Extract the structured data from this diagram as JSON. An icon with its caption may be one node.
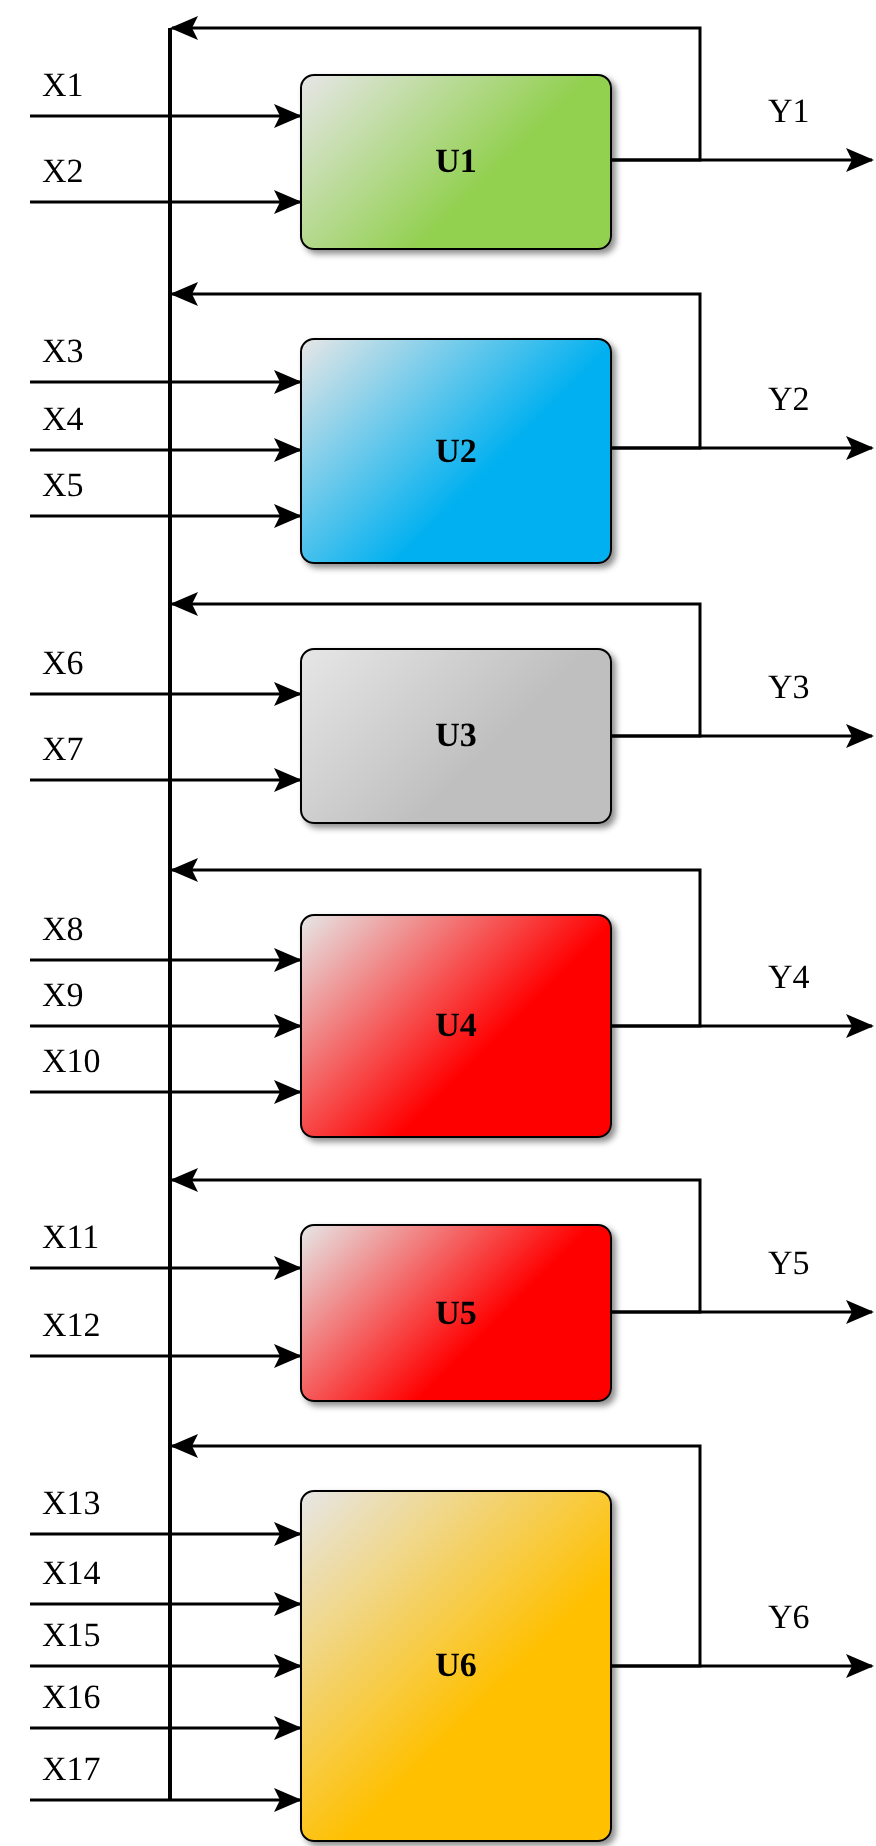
{
  "diagram": {
    "nodes": [
      {
        "text": [],
        "shape": "bar"
      },
      {
        "text": [
          "U1"
        ]
      },
      {
        "text": [
          "U2"
        ]
      },
      {
        "text": [
          "U3"
        ]
      },
      {
        "text": [
          "U4"
        ]
      },
      {
        "text": [
          "U5"
        ]
      },
      {
        "text": [
          "U6"
        ]
      }
    ],
    "edges": [
      {
        "from": null,
        "to": 1,
        "arrow": "to",
        "label": "X1"
      },
      {
        "from": null,
        "to": 1,
        "arrow": "to",
        "label": "X2"
      },
      {
        "from": 1,
        "to": null,
        "arrow": "to",
        "label": "Y1"
      },
      {
        "from": 1,
        "to": 0,
        "arrow": "to"
      },
      {
        "from": null,
        "to": 2,
        "arrow": "to",
        "label": "X3"
      },
      {
        "from": null,
        "to": 2,
        "arrow": "to",
        "label": "X4"
      },
      {
        "from": null,
        "to": 2,
        "arrow": "to",
        "label": "X5"
      },
      {
        "from": 2,
        "to": null,
        "arrow": "to",
        "label": "Y2"
      },
      {
        "from": 2,
        "to": 0,
        "arrow": "to"
      },
      {
        "from": null,
        "to": 3,
        "arrow": "to",
        "label": "X6"
      },
      {
        "from": null,
        "to": 3,
        "arrow": "to",
        "label": "X7"
      },
      {
        "from": 3,
        "to": null,
        "arrow": "to",
        "label": "Y3"
      },
      {
        "from": 3,
        "to": 0,
        "arrow": "to"
      },
      {
        "from": null,
        "to": 4,
        "arrow": "to",
        "label": "X8"
      },
      {
        "from": null,
        "to": 4,
        "arrow": "to",
        "label": "X9"
      },
      {
        "from": null,
        "to": 4,
        "arrow": "to",
        "label": "X10"
      },
      {
        "from": 4,
        "to": null,
        "arrow": "to",
        "label": "Y4"
      },
      {
        "from": 4,
        "to": 0,
        "arrow": "to"
      },
      {
        "from": null,
        "to": 5,
        "arrow": "to",
        "label": "X11"
      },
      {
        "from": null,
        "to": 5,
        "arrow": "to",
        "label": "X12"
      },
      {
        "from": 5,
        "to": null,
        "arrow": "to",
        "label": "Y5"
      },
      {
        "from": 5,
        "to": 0,
        "arrow": "to"
      },
      {
        "from": null,
        "to": 6,
        "arrow": "to",
        "label": "X13"
      },
      {
        "from": null,
        "to": 6,
        "arrow": "to",
        "label": "X14"
      },
      {
        "from": null,
        "to": 6,
        "arrow": "to",
        "label": "X15"
      },
      {
        "from": null,
        "to": 6,
        "arrow": "to",
        "label": "X16"
      },
      {
        "from": null,
        "to": 6,
        "arrow": "to",
        "label": "X17"
      },
      {
        "from": 6,
        "to": null,
        "arrow": "to",
        "label": "Y6"
      },
      {
        "from": 6,
        "to": 0,
        "arrow": "to"
      }
    ]
  }
}
